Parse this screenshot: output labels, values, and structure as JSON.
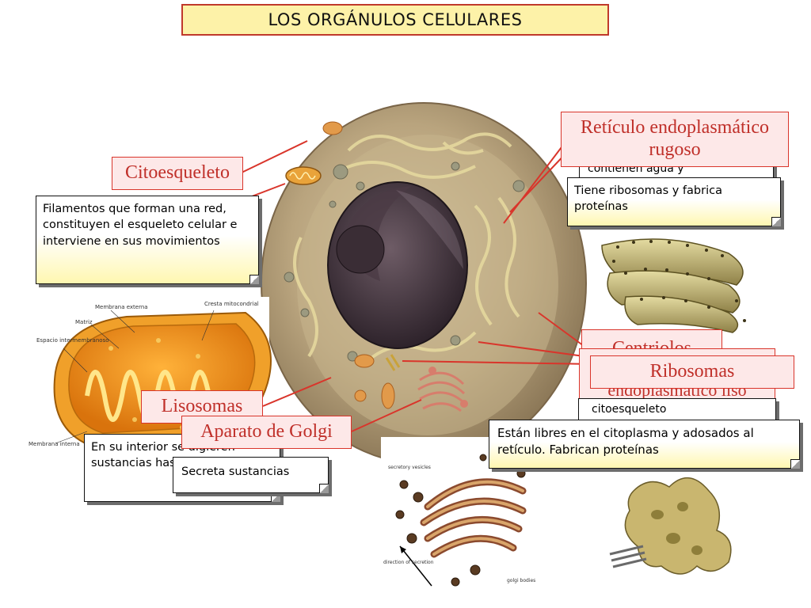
{
  "title": "LOS ORGÁNULOS CELULARES",
  "labels": {
    "citoesqueleto": "Citoesqueleto",
    "reticulo_rugoso": "Retículo endoplasmático rugoso",
    "centriolos": "Centriolos",
    "ribosomas": "Ribosomas",
    "reticulo_liso": "endoplasmático liso",
    "lisosomas": "Lisosomas",
    "golgi": "Aparato de Golgi"
  },
  "notes": {
    "citoesqueleto": "Filamentos que forman una red, constituyen el esqueleto celular e interviene en sus movimientos",
    "rugoso_hidden": "contienen agua y",
    "rugoso": "Tiene ribosomas y fabrica proteínas",
    "centriolos_hidden": "citoesqueleto",
    "ribosomas": "Están libres en el citoplasma y adosados al retículo. Fabrican proteínas",
    "lisosomas": "En su interior se digieren sustancias hasta otras",
    "golgi": "Secreta sustancias"
  },
  "mito_labels": {
    "membrana_externa": "Membrana externa",
    "matriz": "Matriz",
    "cresta": "Cresta mitocondrial",
    "espacio": "Espacio intermembranoso",
    "membrana_interna": "Membrana interna"
  },
  "golgi_labels": {
    "secretory": "secretory vesicles",
    "direction": "direction of secretion",
    "bodies": "golgi bodies"
  },
  "colors": {
    "label_border": "#d9352b",
    "label_text": "#c0302a",
    "title_bg": "#fdf2a8",
    "arrow": "#d9352b"
  }
}
